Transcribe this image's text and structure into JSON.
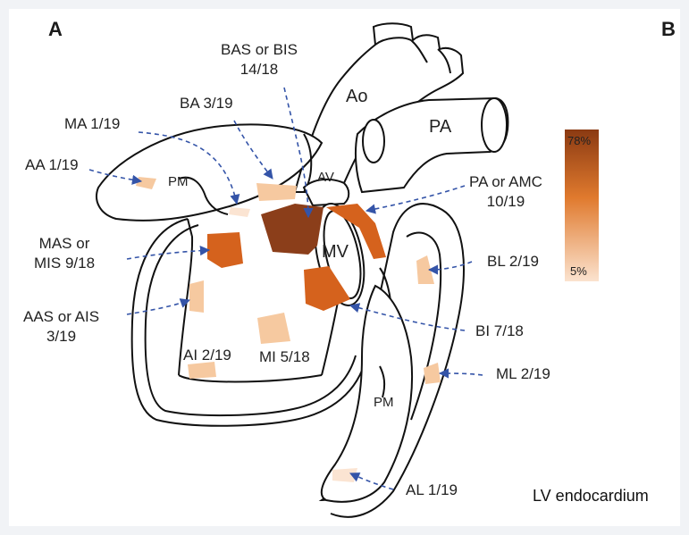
{
  "panels": {
    "left": "A",
    "right": "B"
  },
  "anatomy": {
    "aorta": "Ao",
    "pulmonary_artery": "PA",
    "aortic_valve": "AV",
    "mitral_valve": "MV",
    "papillary_upper": "PM",
    "papillary_lower": "PM"
  },
  "labels": {
    "bas": [
      "BAS or BIS",
      "14/18"
    ],
    "ba": "BA 3/19",
    "ma": "MA 1/19",
    "aa": "AA 1/19",
    "mas": [
      "MAS or",
      "MIS 9/18"
    ],
    "aas": [
      "AAS or AIS",
      "3/19"
    ],
    "ai": "AI 2/19",
    "mi": "MI 5/18",
    "pa_amc": [
      "PA or AMC",
      "10/19"
    ],
    "bl": "BL 2/19",
    "bi": "BI 7/18",
    "ml": "ML 2/19",
    "al": "AL 1/19"
  },
  "legend": {
    "max": "78%",
    "min": "5%",
    "color_max": "#8b3a12",
    "color_mid": "#e07a2e",
    "color_min": "#fbe3cf"
  },
  "colors": {
    "dark": "#8b3e1a",
    "orange": "#d5621d",
    "light": "#f6c9a0",
    "pale": "#fbe4d2",
    "arrow": "#3454a8"
  },
  "footer": "LV endocardium"
}
